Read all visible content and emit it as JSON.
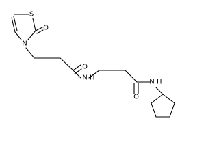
{
  "structure": {
    "atoms": {
      "s_ring": "S",
      "o_ring": "O",
      "n_ring": "N",
      "o_amide1": "O",
      "n_amide1": "N",
      "h_amide1": "H",
      "o_amide2": "O",
      "n_amide2": "N",
      "h_amide2": "H"
    }
  }
}
